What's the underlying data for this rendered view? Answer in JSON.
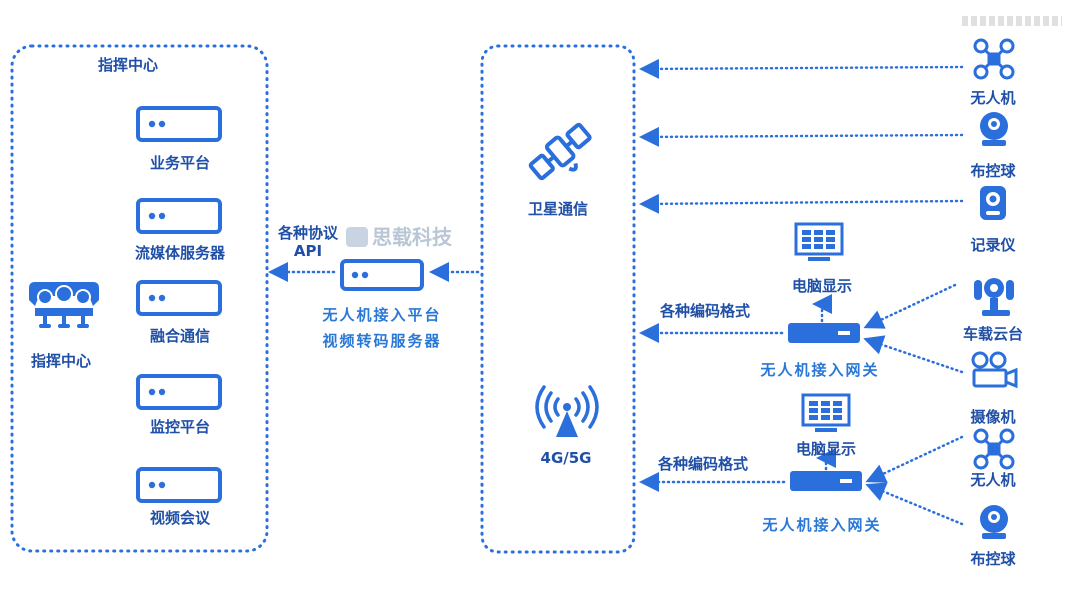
{
  "command_center": {
    "box_title": "指挥中心",
    "icon_label": "指挥中心",
    "servers": [
      "业务平台",
      "流媒体服务器",
      "融合通信",
      "监控平台",
      "视频会议"
    ]
  },
  "middle": {
    "protocol_lines": [
      "各种协议",
      "API"
    ],
    "watermark": "思载科技",
    "server_lines": [
      "无人机接入平台",
      "视频转码服务器"
    ]
  },
  "network": {
    "satellite_label": "卫星通信",
    "cellular_label": "4G/5G"
  },
  "devices_top": [
    "无人机",
    "布控球",
    "记录仪"
  ],
  "gateway_group_1": {
    "monitor_label": "电脑显示",
    "encoding_label": "各种编码格式",
    "gateway_label": "无人机接入网关",
    "devices": [
      "车载云台",
      "摄像机"
    ]
  },
  "gateway_group_2": {
    "monitor_label": "电脑显示",
    "encoding_label": "各种编码格式",
    "gateway_label": "无人机接入网关",
    "devices": [
      "无人机",
      "布控球"
    ]
  },
  "colors": {
    "primary": "#2a6fdb",
    "text": "#1f4fa6",
    "accent_text": "#2a78d6"
  },
  "icons": [
    "server-icon",
    "command-center-icon",
    "satellite-icon",
    "antenna-icon",
    "drone-icon",
    "ptz-camera-icon",
    "recorder-icon",
    "vehicle-gimbal-icon",
    "video-camera-icon",
    "monitor-icon",
    "gateway-icon"
  ]
}
